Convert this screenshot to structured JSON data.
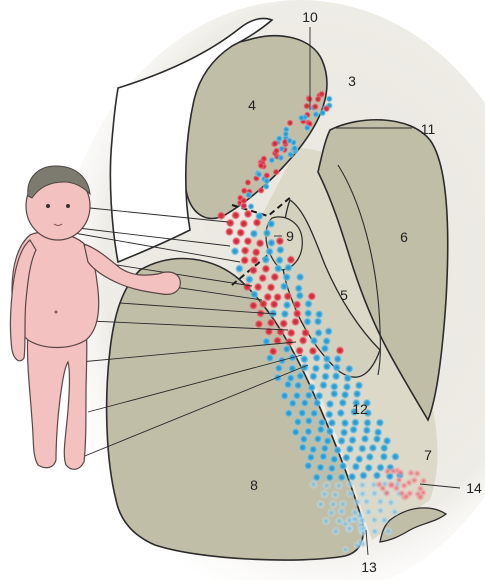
{
  "figure": {
    "labels": [
      "3",
      "4",
      "5",
      "6",
      "7",
      "8",
      "9",
      "10",
      "11",
      "12",
      "13",
      "14"
    ],
    "colors": {
      "background": "#ffffff",
      "halo": "#e7e4dd",
      "region": "#c1bea8",
      "region_light": "#d9d6c4",
      "outline": "#2b2b2b",
      "red_dot": "#d83846",
      "blue_dot": "#39a5d4",
      "skin": "#f3c1c0",
      "hair": "#7d7a70"
    },
    "icons": {
      "figure": "infant-body-figure",
      "dots": "red-and-blue-cell-dots"
    }
  }
}
